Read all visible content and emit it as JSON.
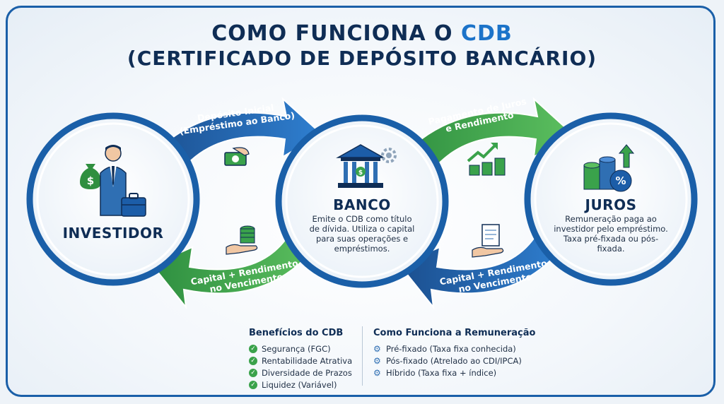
{
  "title": {
    "line1_prefix": "COMO FUNCIONA O ",
    "line1_accent": "CDB",
    "line2": "(CERTIFICADO DE DEPÓSITO BANCÁRIO)"
  },
  "nodes": {
    "investidor": {
      "title": "INVESTIDOR"
    },
    "banco": {
      "title": "BANCO",
      "description": "Emite o CDB como título de dívida. Utiliza o capital para suas operações e empréstimos."
    },
    "juros": {
      "title": "JUROS",
      "description": "Remuneração paga ao investidor pelo empréstimo. Taxa pré-fixada ou pós-fixada."
    }
  },
  "arrows": {
    "deposito": {
      "line1": "Depósito Inicial",
      "line2": "(Empréstimo ao Banco)"
    },
    "pagamento": {
      "line1": "Pagamento de Juros",
      "line2": "e Rendimento"
    },
    "capital_left": {
      "line1": "Capital + Rendimento",
      "line2": "no Vencimento"
    },
    "capital_right": {
      "line1": "Capital + Rendimento",
      "line2": "no Vencimento"
    }
  },
  "beneficios": {
    "heading": "Benefícios do CDB",
    "items": [
      "Segurança (FGC)",
      "Rentabilidade Atrativa",
      "Diversidade de Prazos",
      "Liquidez (Variável)"
    ]
  },
  "remuneracao": {
    "heading": "Como Funciona a Remuneração",
    "items": [
      "Pré-fixado (Taxa fixa conhecida)",
      "Pós-fixado (Atrelado ao CDI/IPCA)",
      "Híbrido (Taxa fixa + índice)"
    ]
  },
  "colors": {
    "navy": "#0f2d55",
    "blue": "#1a5fa8",
    "green": "#3aa24b",
    "accent": "#1c73c9"
  },
  "icons": [
    "money-bag-icon",
    "businessman-icon",
    "briefcase-icon",
    "bank-building-icon",
    "gear-icon",
    "coin-stack-icon",
    "percent-icon",
    "growth-chart-icon",
    "hand-money-icon",
    "document-icon",
    "check-icon"
  ]
}
